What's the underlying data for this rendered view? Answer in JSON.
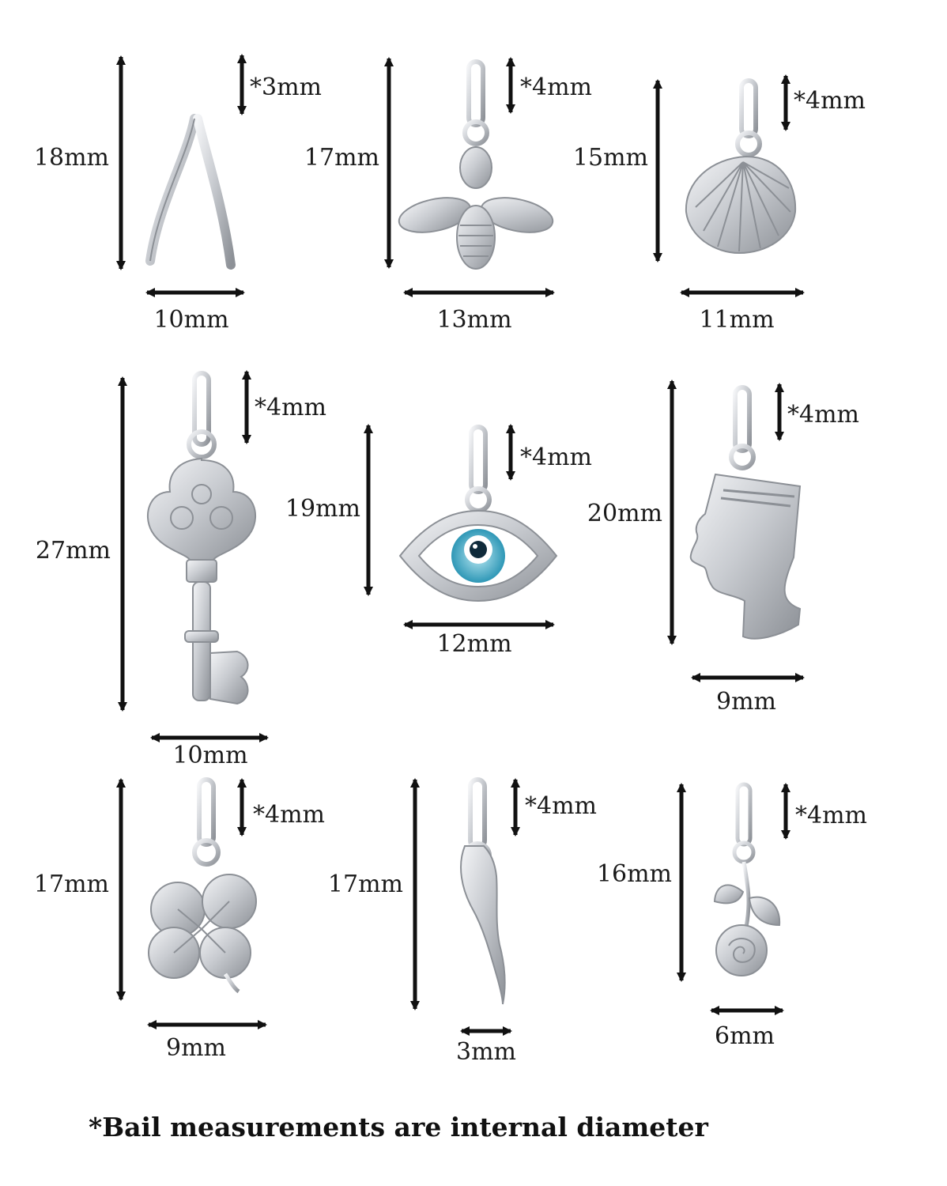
{
  "charms": [
    {
      "name": "wishbone",
      "height": "18mm",
      "bail": "*3mm",
      "width": "10mm"
    },
    {
      "name": "bee",
      "height": "17mm",
      "bail": "*4mm",
      "width": "13mm"
    },
    {
      "name": "shell",
      "height": "15mm",
      "bail": "*4mm",
      "width": "11mm"
    },
    {
      "name": "key",
      "height": "27mm",
      "bail": "*4mm",
      "width": "10mm"
    },
    {
      "name": "evil-eye",
      "height": "19mm",
      "bail": "*4mm",
      "width": "12mm"
    },
    {
      "name": "nefertiti",
      "height": "20mm",
      "bail": "*4mm",
      "width": "9mm"
    },
    {
      "name": "clover",
      "height": "17mm",
      "bail": "*4mm",
      "width": "9mm"
    },
    {
      "name": "horn",
      "height": "17mm",
      "bail": "*4mm",
      "width": "3mm"
    },
    {
      "name": "rose",
      "height": "16mm",
      "bail": "*4mm",
      "width": "6mm"
    }
  ],
  "footnote": "*Bail measurements are internal diameter",
  "colors": {
    "silver": "#c8cbd0",
    "silver_dark": "#8c9096",
    "silver_light": "#f2f3f5",
    "arrow": "#111111",
    "eye_blue": "#3fa8c4"
  }
}
